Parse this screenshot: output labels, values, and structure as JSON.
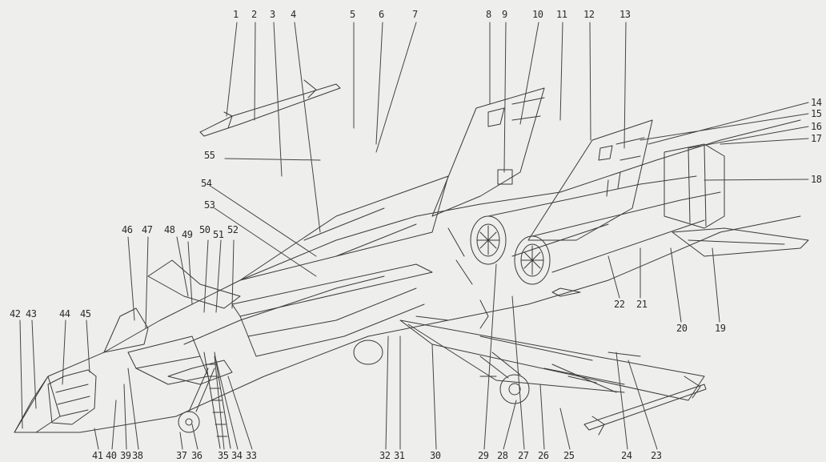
{
  "diagram": {
    "callouts": [
      "1",
      "2",
      "3",
      "4",
      "5",
      "6",
      "7",
      "8",
      "9",
      "10",
      "11",
      "12",
      "13",
      "14",
      "15",
      "16",
      "17",
      "18",
      "19",
      "20",
      "21",
      "22",
      "23",
      "24",
      "25",
      "26",
      "27",
      "28",
      "29",
      "30",
      "31",
      "32",
      "33",
      "34",
      "35",
      "36",
      "37",
      "38",
      "39",
      "40",
      "41",
      "42",
      "43",
      "44",
      "45",
      "46",
      "47",
      "48",
      "49",
      "50",
      "51",
      "52",
      "53",
      "54",
      "55"
    ]
  }
}
